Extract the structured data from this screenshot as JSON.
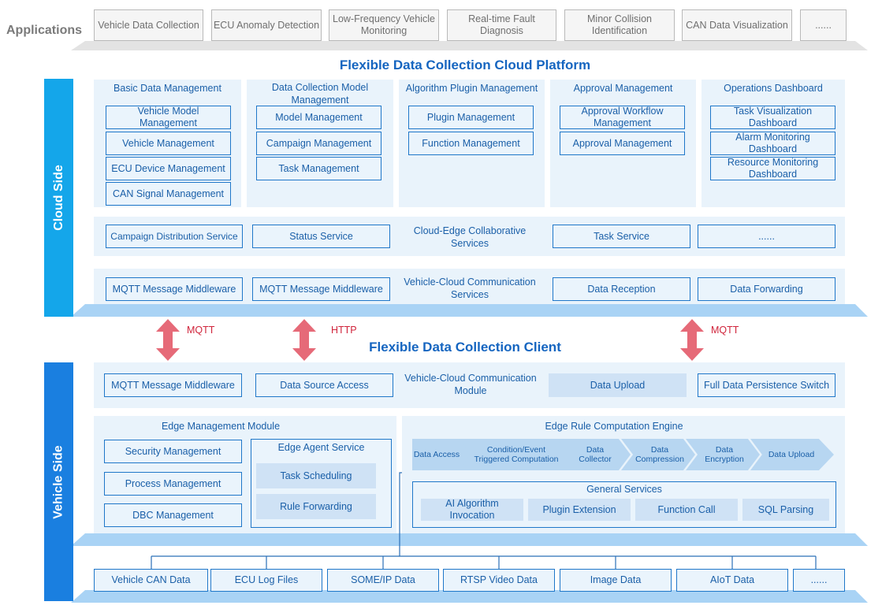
{
  "applications": {
    "label": "Applications",
    "items": [
      "Vehicle Data Collection",
      "ECU Anomaly Detection",
      "Low-Frequency Vehicle Monitoring",
      "Real-time Fault Diagnosis",
      "Minor Collision Identification",
      "CAN Data Visualization",
      "......"
    ]
  },
  "cloud_platform": {
    "title": "Flexible Data Collection Cloud Platform",
    "side_label": "Cloud Side",
    "groups": [
      {
        "title": "Basic Data Management",
        "items": [
          "Vehicle Model Management",
          "Vehicle Management",
          "ECU Device Management",
          "CAN Signal Management"
        ]
      },
      {
        "title": "Data Collection Model Management",
        "items": [
          "Model Management",
          "Campaign Management",
          "Task Management"
        ]
      },
      {
        "title": "Algorithm Plugin Management",
        "items": [
          "Plugin Management",
          "Function Management"
        ]
      },
      {
        "title": "Approval Management",
        "items": [
          "Approval Workflow Management",
          "Approval Management"
        ]
      },
      {
        "title": "Operations Dashboard",
        "items": [
          "Task Visualization Dashboard",
          "Alarm Monitoring Dashboard",
          "Resource Monitoring Dashboard"
        ]
      }
    ],
    "collab_row": {
      "label": "Cloud-Edge Collaborative Services",
      "items": [
        "Campaign Distribution Service",
        "Status Service",
        "Task Service",
        "......"
      ]
    },
    "comm_row": {
      "label": "Vehicle-Cloud Communication Services",
      "items": [
        "MQTT Message Middleware",
        "MQTT Message Middleware",
        "Data Reception",
        "Data Forwarding"
      ]
    }
  },
  "protocols": [
    "MQTT",
    "HTTP",
    "MQTT"
  ],
  "client": {
    "title": "Flexible Data Collection Client",
    "side_label": "Vehicle Side",
    "comm_module": {
      "label": "Vehicle-Cloud Communication Module",
      "items": [
        "MQTT Message Middleware",
        "Data Source Access",
        "Data Upload",
        "Full Data Persistence Switch"
      ]
    },
    "edge_management": {
      "title": "Edge Management Module",
      "items": [
        "Security Management",
        "Process Management",
        "DBC Management"
      ],
      "agent": {
        "title": "Edge Agent Service",
        "items": [
          "Task Scheduling",
          "Rule Forwarding"
        ]
      }
    },
    "rule_engine": {
      "title": "Edge Rule Computation Engine",
      "pipeline": [
        "Data Access",
        "Condition/Event Triggered Computation",
        "Data Collector",
        "Data Compression",
        "Data Encryption",
        "Data Upload"
      ],
      "general": {
        "title": "General Services",
        "items": [
          "AI Algorithm Invocation",
          "Plugin Extension",
          "Function Call",
          "SQL Parsing"
        ]
      }
    }
  },
  "data_sources": [
    "Vehicle CAN Data",
    "ECU Log Files",
    "SOME/IP Data",
    "RTSP Video Data",
    "Image Data",
    "AIoT Data",
    "......"
  ],
  "colors": {
    "accent": "#1f77c9",
    "side_bar": "#1a7fe0",
    "panel": "#e9f3fb",
    "arrow": "#e66a78",
    "protocol_text": "#d0243b"
  }
}
